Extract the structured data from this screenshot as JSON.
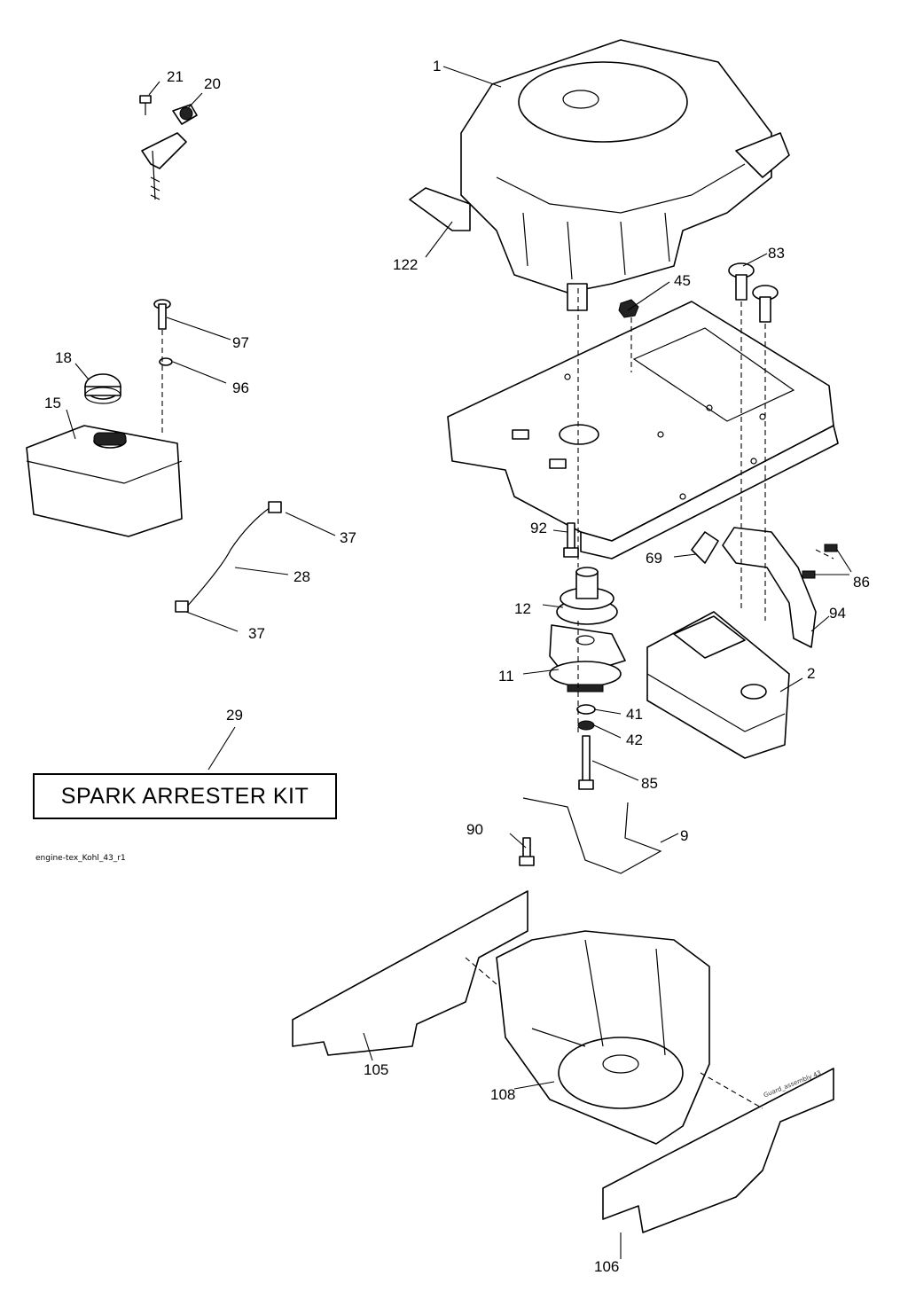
{
  "callouts": {
    "c1": "1",
    "c2": "2",
    "c9": "9",
    "c11": "11",
    "c12": "12",
    "c15": "15",
    "c18": "18",
    "c20": "20",
    "c21": "21",
    "c28": "28",
    "c29": "29",
    "c37a": "37",
    "c37b": "37",
    "c41": "41",
    "c42": "42",
    "c45": "45",
    "c69": "69",
    "c83": "83",
    "c85": "85",
    "c86": "86",
    "c90": "90",
    "c92": "92",
    "c94": "94",
    "c96": "96",
    "c97": "97",
    "c105": "105",
    "c106": "106",
    "c108": "108",
    "c122": "122"
  },
  "kit_label": "SPARK ARRESTER KIT",
  "file_reference": "engine-tex_Kohl_43_r1",
  "guard_reference": "Guard_assembly 43"
}
